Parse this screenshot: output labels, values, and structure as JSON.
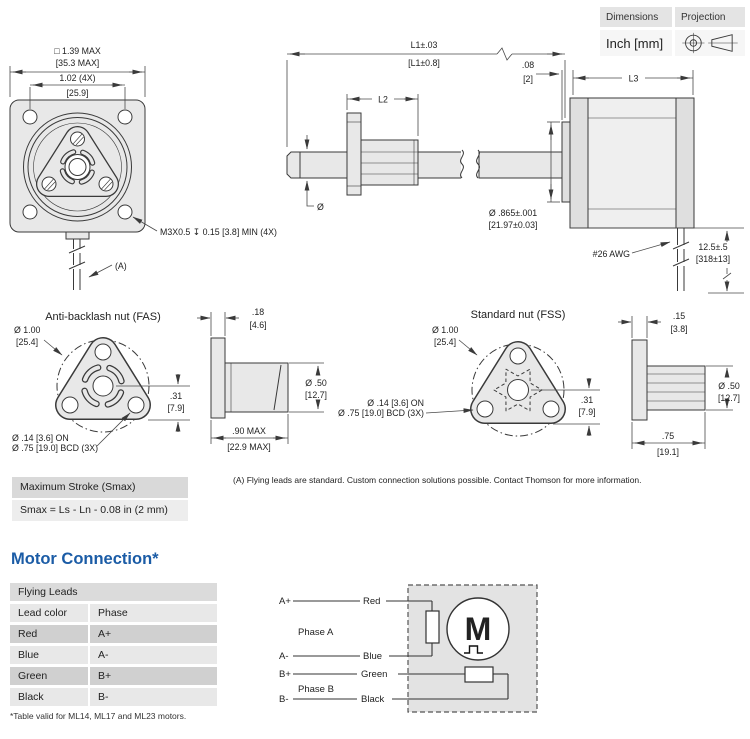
{
  "header": {
    "dimensions_label": "Dimensions",
    "projection_label": "Projection",
    "units": "Inch [mm]"
  },
  "front_view": {
    "dim_flange": "□ 1.39 MAX",
    "dim_flange_mm": "[35.3 MAX]",
    "dim_holes": "1.02  (4X)",
    "dim_holes_mm": "[25.9]",
    "thread_note": "M3X0.5 ↧ 0.15 [3.8] MIN (4X)",
    "lead_ref": "(A)"
  },
  "screw_view": {
    "l1": "L1±.03",
    "l1_mm": "[L1±0.8]",
    "l2": "L2",
    "boss": ".08",
    "boss_mm": "[2]",
    "screw_dia": "Ø",
    "pilot_dia": "Ø .865±.001",
    "pilot_dia_mm": "[21.97±0.03]"
  },
  "motor_view": {
    "l3": "L3",
    "wire_gauge": "#26 AWG",
    "wire_len": "12.5±.5",
    "wire_len_mm": "[318±13]"
  },
  "fas": {
    "title": "Anti-backlash nut (FAS)",
    "od": "Ø 1.00",
    "od_mm": "[25.4]",
    "offset": ".31",
    "offset_mm": "[7.9]",
    "bcd_line1": "Ø .14 [3.6] ON",
    "bcd_line2": "Ø .75 [19.0] BCD (3X)",
    "flange": ".18",
    "flange_mm": "[4.6]",
    "body_dia": "Ø .50",
    "body_dia_mm": "[12.7]",
    "length": ".90 MAX",
    "length_mm": "[22.9 MAX]"
  },
  "fss": {
    "title": "Standard nut (FSS)",
    "od": "Ø 1.00",
    "od_mm": "[25.4]",
    "offset": ".31",
    "offset_mm": "[7.9]",
    "bcd_line1": "Ø .14 [3.6] ON",
    "bcd_line2": "Ø .75 [19.0] BCD (3X)",
    "flange": ".15",
    "flange_mm": "[3.8]",
    "body_dia": "Ø .50",
    "body_dia_mm": "[12.7]",
    "length": ".75",
    "length_mm": "[19.1]"
  },
  "stroke_box": {
    "title": "Maximum Stroke (Smax)",
    "formula": "Smax = Ls - Ln - 0.08 in (2 mm)"
  },
  "note_a": "(A) Flying leads are standard. Custom connection solutions possible. Contact Thomson for more information.",
  "connection": {
    "heading": "Motor Connection*",
    "table_title": "Flying Leads",
    "col_color": "Lead color",
    "col_phase": "Phase",
    "rows": [
      {
        "color": "Red",
        "phase": "A+"
      },
      {
        "color": "Blue",
        "phase": "A-"
      },
      {
        "color": "Green",
        "phase": "B+"
      },
      {
        "color": "Black",
        "phase": "B-"
      }
    ],
    "footnote": "*Table valid for ML14, ML17 and ML23 motors."
  },
  "wiring": {
    "a_plus": "A+",
    "a_minus": "A-",
    "b_plus": "B+",
    "b_minus": "B-",
    "phase_a": "Phase A",
    "phase_b": "Phase B",
    "red": "Red",
    "blue": "Blue",
    "green": "Green",
    "black": "Black",
    "motor": "M"
  },
  "colors": {
    "accent_blue": "#1b5ca6",
    "line": "#3a3a3a",
    "part_fill": "#e8e8e8"
  }
}
